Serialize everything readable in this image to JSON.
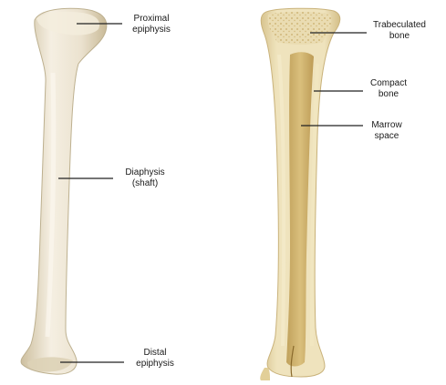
{
  "labels": {
    "proximal_epiphysis": [
      "Proximal",
      "epiphysis"
    ],
    "diaphysis": [
      "Diaphysis",
      "(shaft)"
    ],
    "distal_epiphysis": [
      "Distal",
      "epiphysis"
    ],
    "trabeculated_bone": [
      "Trabeculated",
      "bone"
    ],
    "compact_bone": [
      "Compact",
      "bone"
    ],
    "marrow_space": [
      "Marrow",
      "space"
    ]
  },
  "colors": {
    "bone_exterior": "#ece4d3",
    "bone_shadow": "#cfc3a8",
    "bone_section": "#e7d6a5",
    "marrow": "#c7a556",
    "leader_line": "#222222"
  }
}
